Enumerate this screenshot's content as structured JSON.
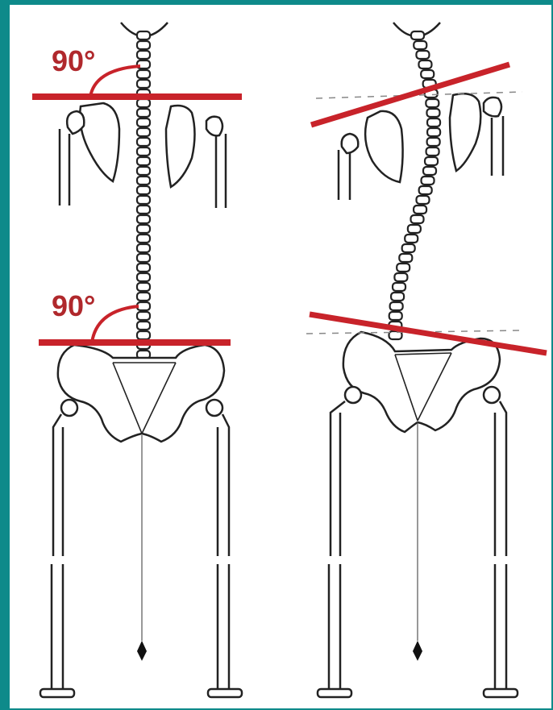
{
  "diagram": {
    "left_figure": {
      "description_state": "aligned",
      "shoulder_angle_label": "90°",
      "hip_angle_label": "90°"
    },
    "right_figure": {
      "description_state": "tilted"
    },
    "colors": {
      "frame": "#0e8a8a",
      "panel": "#ffffff",
      "reference_line": "#c8232a",
      "angle_text": "#b0282c",
      "bone_outline": "#222222",
      "guide_dash": "#888888"
    },
    "icons": {
      "plumb_bob_left": "plumb-bob-icon",
      "plumb_bob_right": "plumb-bob-icon"
    }
  }
}
